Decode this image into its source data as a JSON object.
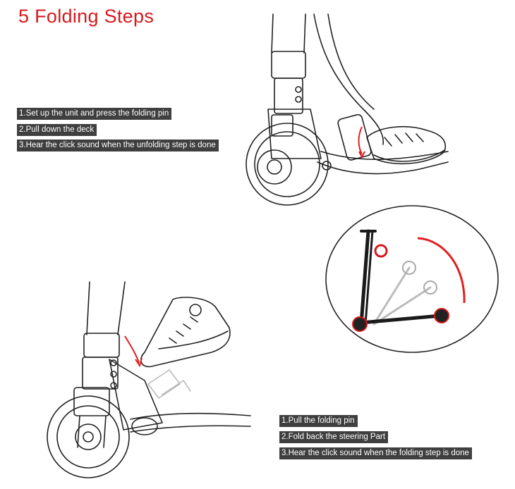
{
  "title": "5 Folding Steps",
  "unfolding_steps": [
    "1.Set up the unit and press the folding pin",
    "2.Pull down the deck",
    "3.Hear the click sound when the unfolding step is done"
  ],
  "folding_steps": [
    "1.Pull the folding pin",
    "2.Fold back the steering Part",
    "3.Hear the click sound when the folding step is done"
  ],
  "colors": {
    "title": "#d7191c",
    "label_bg": "#3f3f3f",
    "accent_arrow": "#e02020",
    "line_art": "#222222"
  }
}
